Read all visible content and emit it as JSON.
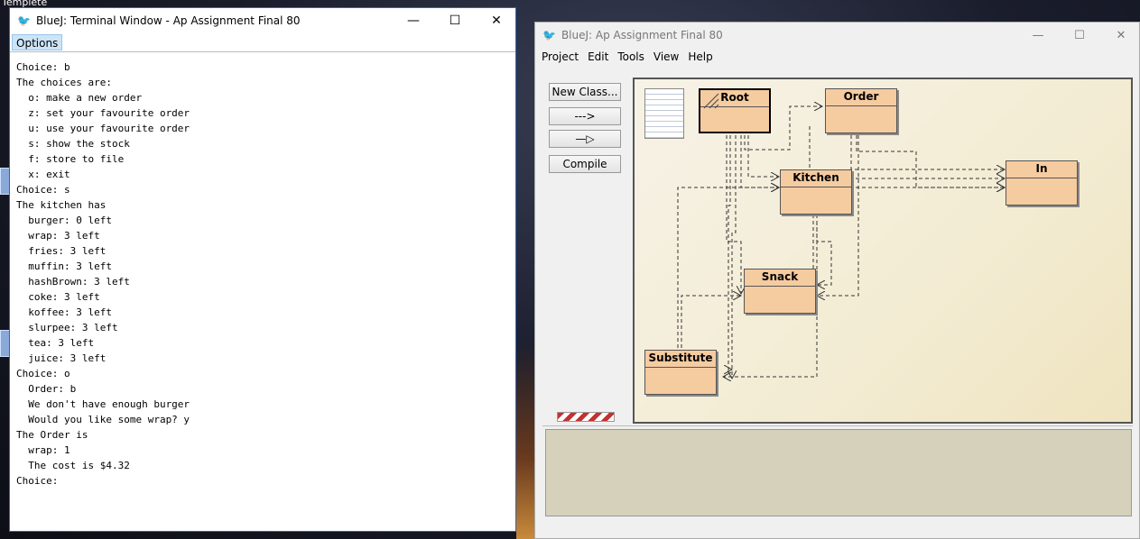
{
  "desktop": {
    "label": "Templete"
  },
  "terminal": {
    "title": "BlueJ: Terminal Window - Ap Assignment Final 80",
    "menu": {
      "options": "Options"
    },
    "lines": [
      "Choice: b",
      "The choices are:",
      "  o: make a new order",
      "  z: set your favourite order",
      "  u: use your favourite order",
      "  s: show the stock",
      "  f: store to file",
      "  x: exit",
      "Choice: s",
      "The kitchen has",
      "  burger: 0 left",
      "  wrap: 3 left",
      "  fries: 3 left",
      "  muffin: 3 left",
      "  hashBrown: 3 left",
      "  coke: 3 left",
      "  koffee: 3 left",
      "  slurpee: 3 left",
      "  tea: 3 left",
      "  juice: 3 left",
      "Choice: o",
      "  Order: b",
      "  We don't have enough burger",
      "  Would you like some wrap? y",
      "The Order is",
      "  wrap: 1",
      "  The cost is $4.32",
      "Choice:"
    ],
    "controls": {
      "minimize": "—",
      "maximize": "☐",
      "close": "✕"
    }
  },
  "bluej": {
    "title": "BlueJ:  Ap Assignment Final 80",
    "menu": [
      "Project",
      "Edit",
      "Tools",
      "View",
      "Help"
    ],
    "toolbar": {
      "new_class": "New Class...",
      "uses_arrow": "--->",
      "inherits_arrow": "—▷",
      "compile": "Compile"
    },
    "classes": {
      "root": "Root",
      "order": "Order",
      "kitchen": "Kitchen",
      "in": "In",
      "snack": "Snack",
      "substitute": "Substitute"
    },
    "controls": {
      "minimize": "—",
      "maximize": "☐",
      "close": "✕"
    }
  }
}
